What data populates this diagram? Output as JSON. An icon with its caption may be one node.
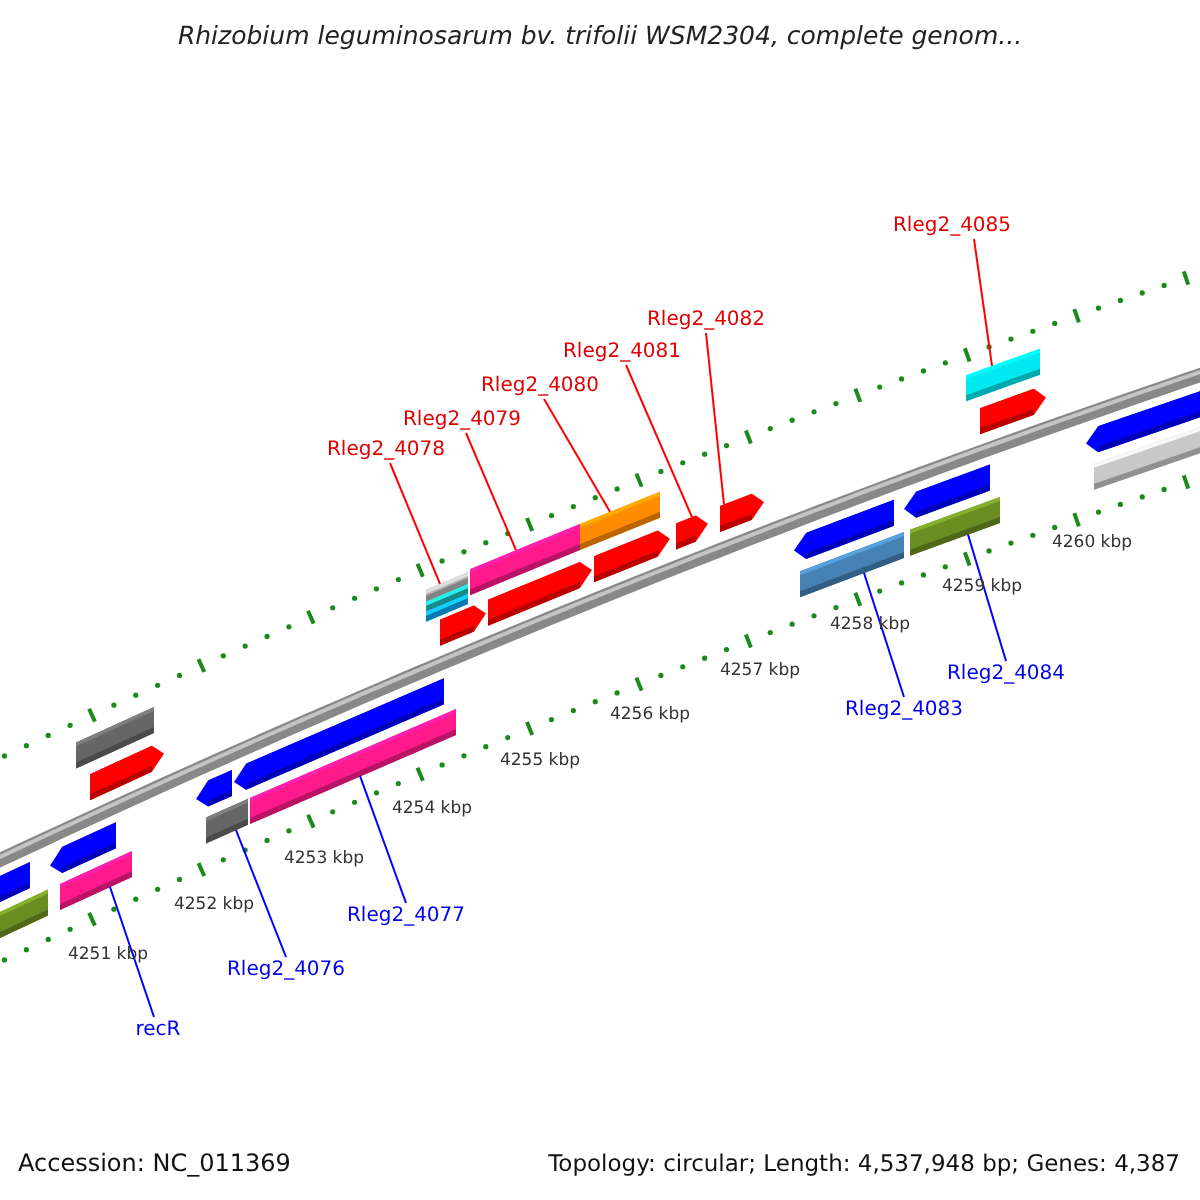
{
  "diagram": {
    "title": "Rhizobium leguminosarum bv. trifolii WSM2304, complete genom...",
    "nodes": [
      {
        "text": [
          "Rleg2_4085"
        ]
      },
      {
        "text": [
          "Rleg2_4082"
        ]
      },
      {
        "text": [
          "Rleg2_4081"
        ]
      },
      {
        "text": [
          "Rleg2_4080"
        ]
      },
      {
        "text": [
          "Rleg2_4079"
        ]
      },
      {
        "text": [
          "Rleg2_4078"
        ]
      },
      {
        "text": [
          "Rleg2_4084"
        ]
      },
      {
        "text": [
          "Rleg2_4083"
        ]
      },
      {
        "text": [
          "Rleg2_4077"
        ]
      },
      {
        "text": [
          "Rleg2_4076"
        ]
      },
      {
        "text": [
          "recR"
        ]
      },
      {
        "text": [],
        "shape": "pentagon"
      },
      {
        "text": [],
        "shape": "bar"
      },
      {
        "text": [],
        "shape": "pentagon"
      },
      {
        "text": [],
        "shape": "bar"
      },
      {
        "text": [],
        "shape": "bar"
      },
      {
        "text": [],
        "shape": "pentagon"
      },
      {
        "text": [],
        "shape": "pentagon"
      },
      {
        "text": [],
        "shape": "bar"
      },
      {
        "text": [],
        "shape": "pentagon"
      },
      {
        "text": [],
        "shape": "bar"
      },
      {
        "text": [],
        "shape": "bar"
      },
      {
        "text": [],
        "shape": "pentagon"
      },
      {
        "text": [],
        "shape": "bar"
      },
      {
        "text": [],
        "shape": "pentagon"
      },
      {
        "text": [],
        "shape": "bar"
      },
      {
        "text": [],
        "shape": "pentagon"
      },
      {
        "text": [],
        "shape": "pentagon"
      },
      {
        "text": [],
        "shape": "pentagon"
      },
      {
        "text": [],
        "shape": "pentagon"
      },
      {
        "text": [],
        "shape": "bar"
      },
      {
        "text": [],
        "shape": "pentagon"
      },
      {
        "text": [],
        "shape": "bar"
      },
      {
        "text": [],
        "shape": "bar"
      },
      {
        "text": [],
        "shape": "pentagon"
      },
      {
        "text": [],
        "shape": "pentagon"
      },
      {
        "text": [],
        "shape": "bar"
      }
    ],
    "edges": [
      {
        "from": 0,
        "to": 33,
        "arrow": "none",
        "color": "#ff0000"
      },
      {
        "from": 1,
        "to": 28,
        "arrow": "none",
        "color": "#ff0000"
      },
      {
        "from": 2,
        "to": 27,
        "arrow": "none",
        "color": "#ff0000"
      },
      {
        "from": 3,
        "to": 25,
        "arrow": "none",
        "color": "#ff0000"
      },
      {
        "from": 4,
        "to": 23,
        "arrow": "none",
        "color": "#ff0000"
      },
      {
        "from": 5,
        "to": 21,
        "arrow": "none",
        "color": "#ff0000"
      },
      {
        "from": 6,
        "to": 32,
        "arrow": "none",
        "color": "#0000ff"
      },
      {
        "from": 7,
        "to": 30,
        "arrow": "none",
        "color": "#0000ff"
      },
      {
        "from": 8,
        "to": 20,
        "arrow": "none",
        "color": "#0000ff"
      },
      {
        "from": 9,
        "to": 18,
        "arrow": "none",
        "color": "#0000ff"
      },
      {
        "from": 10,
        "to": 14,
        "arrow": "none",
        "color": "#0000ff"
      }
    ],
    "labels": [
      "4251 kbp",
      "4252 kbp",
      "4253 kbp",
      "4254 kbp",
      "4255 kbp",
      "4256 kbp",
      "4257 kbp",
      "4258 kbp",
      "4259 kbp",
      "4260 kbp",
      "Accession: NC_011369",
      "Topology: circular; Length: 4,537,948 bp; Genes: 4,387"
    ]
  }
}
